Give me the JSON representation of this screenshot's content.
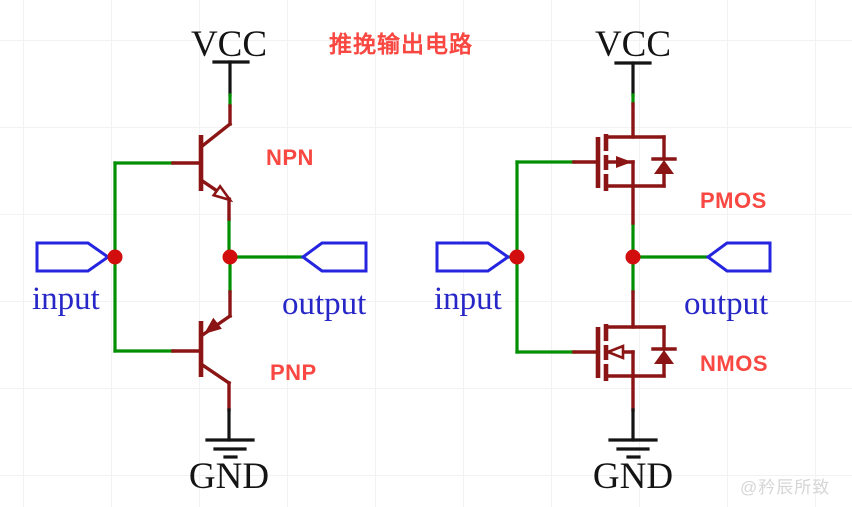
{
  "title": "推挽输出电路",
  "watermark": "@矜辰所致",
  "colors": {
    "wire_green": "#008f00",
    "part_red": "#8b1414",
    "port_blue": "#2525e0",
    "text_blue": "#2727c8",
    "dot_red": "#d10d0d",
    "label_red": "#f94741",
    "ink": "#141414",
    "watermark_gray": "#d6d6d6",
    "grid": "#f2f2f2"
  },
  "left_circuit": {
    "power": "VCC",
    "ground": "GND",
    "input": "input",
    "output": "output",
    "top_transistor": "NPN",
    "bottom_transistor": "PNP"
  },
  "right_circuit": {
    "power": "VCC",
    "ground": "GND",
    "input": "input",
    "output": "output",
    "top_transistor": "PMOS",
    "bottom_transistor": "NMOS"
  }
}
